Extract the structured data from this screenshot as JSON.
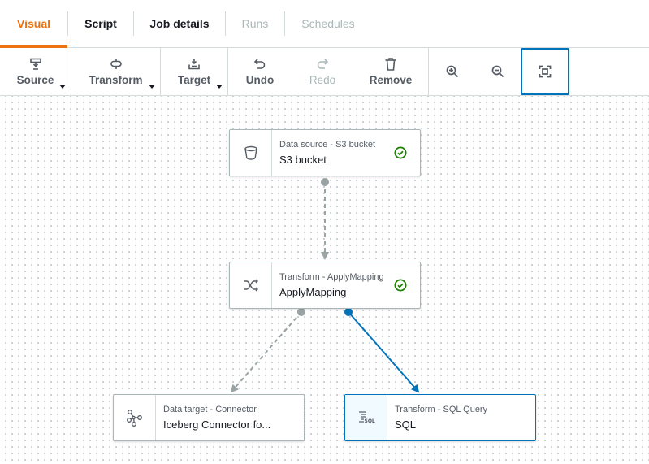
{
  "tabs": [
    {
      "label": "Visual",
      "state": "active"
    },
    {
      "label": "Script",
      "state": "enabled"
    },
    {
      "label": "Job details",
      "state": "enabled"
    },
    {
      "label": "Runs",
      "state": "disabled"
    },
    {
      "label": "Schedules",
      "state": "disabled"
    }
  ],
  "toolbar": {
    "source_label": "Source",
    "transform_label": "Transform",
    "target_label": "Target",
    "undo_label": "Undo",
    "redo_label": "Redo",
    "remove_label": "Remove",
    "zoom_in_icon": "zoom-in-icon",
    "zoom_out_icon": "zoom-out-icon",
    "fit_icon": "fit-to-screen-icon"
  },
  "nodes": [
    {
      "type_label": "Data source - S3 bucket",
      "name": "S3 bucket",
      "icon": "bucket-icon",
      "status": "check-circle-icon"
    },
    {
      "type_label": "Transform - ApplyMapping",
      "name": "ApplyMapping",
      "icon": "shuffle-icon",
      "status": "check-circle-icon"
    },
    {
      "type_label": "Data target - Connector",
      "name": "Iceberg Connector fo...",
      "icon": "connector-icon",
      "status": ""
    },
    {
      "type_label": "Transform - SQL Query",
      "name": "SQL",
      "icon": "sql-icon",
      "status": ""
    }
  ],
  "colors": {
    "accent": "#ec7211",
    "selected": "#0073bb",
    "success": "#1d8102",
    "edge": "#879596"
  }
}
